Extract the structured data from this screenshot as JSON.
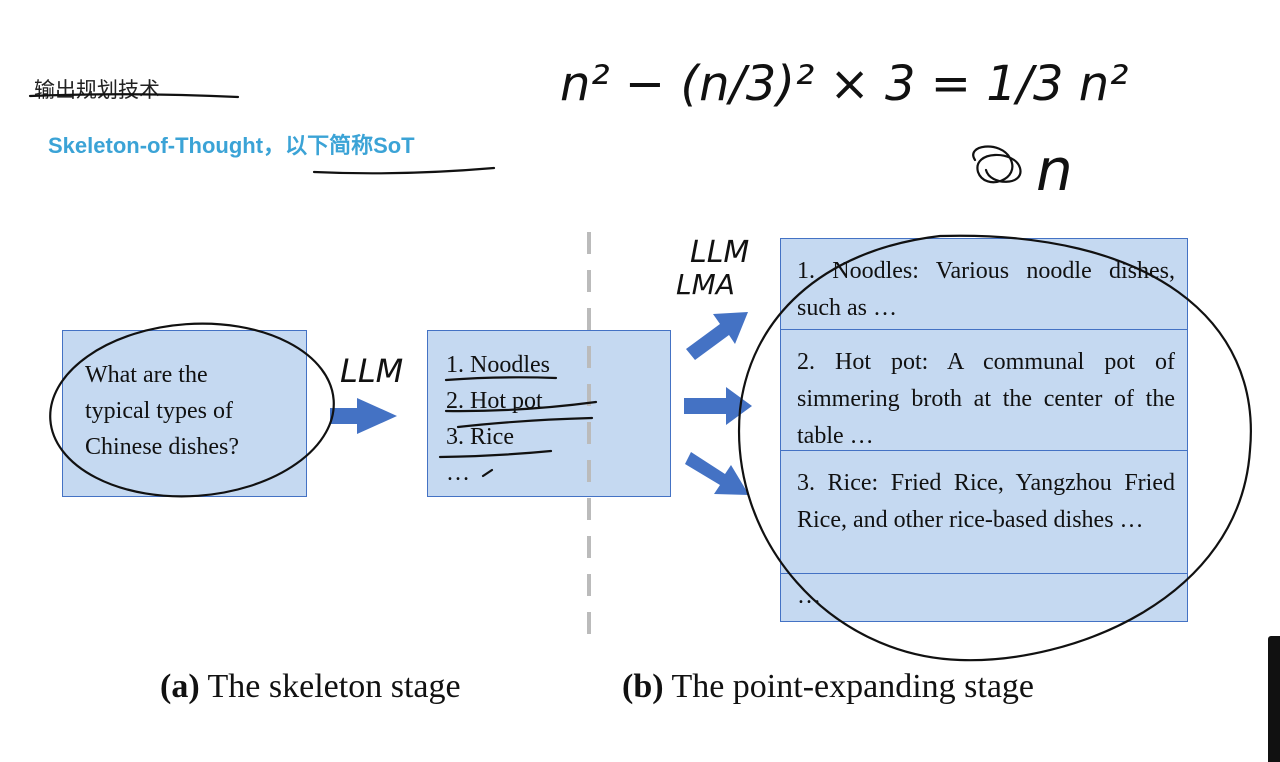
{
  "slide": {
    "crossed_title": "输出规划技术",
    "subtitle": "Skeleton-of-Thought，以下简称SoT"
  },
  "diagram": {
    "question": [
      "What are the",
      "typical types of",
      "Chinese dishes?"
    ],
    "skeleton_items": [
      "1. Noodles",
      "2. Hot pot",
      "3. Rice",
      "…"
    ],
    "expanded_points": [
      "1. Noodles: Various noodle dishes, such as …",
      "2. Hot pot: A communal pot of simmering broth at the center of the table …",
      "3. Rice: Fried Rice, Yangzhou Fried Rice, and other rice-based dishes …",
      "…"
    ],
    "caption_a_label": "(a)",
    "caption_a_text": " The skeleton stage",
    "caption_b_label": "(b)",
    "caption_b_text": " The point-expanding stage"
  },
  "colors": {
    "box_fill": "#c5d9f1",
    "box_border": "#4472c4",
    "arrow": "#4472c4",
    "subtitle": "#3ba3d6"
  },
  "annotations": {
    "formula": "n² − (n/3)² × 3 = 1/3 n²",
    "note_llm_1": "LLM",
    "note_llm_2": "LLM",
    "note_lma": "LMA",
    "note_n": "n"
  }
}
